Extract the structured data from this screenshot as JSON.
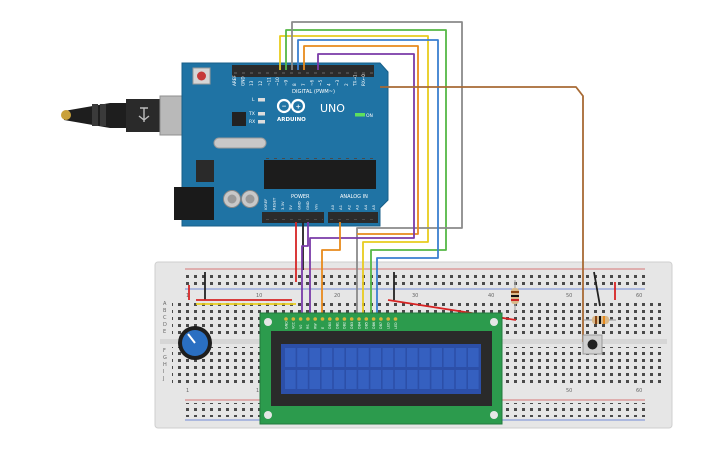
{
  "arduino": {
    "logo": "ARDUINO",
    "model": "UNO",
    "on_label": "ON",
    "digital_label": "DIGITAL (PWM~)",
    "power_label": "POWER",
    "analog_label": "ANALOG IN",
    "l_label": "L",
    "tx_label": "TX",
    "rx_label": "RX",
    "top_pins": [
      "AREF",
      "GND",
      "13",
      "12",
      "~11",
      "~10",
      "~9",
      "8",
      "7",
      "~6",
      "~5",
      "4",
      "~3",
      "2",
      "TX→1",
      "RX←0"
    ],
    "power_pins": [
      "IOREF",
      "RESET",
      "3.3V",
      "5V",
      "GND",
      "GND",
      "Vin"
    ],
    "analog_pins": [
      "A0",
      "A1",
      "A2",
      "A3",
      "A4",
      "A5"
    ]
  },
  "breadboard": {
    "row_letters_top": [
      "A",
      "B",
      "C",
      "D",
      "E"
    ],
    "row_letters_bottom": [
      "F",
      "G",
      "H",
      "I",
      "J"
    ],
    "column_numbers": [
      "1",
      "10",
      "20",
      "30",
      "40",
      "50",
      "60"
    ]
  },
  "lcd": {
    "pins": [
      "GND",
      "VCC",
      "V0",
      "RS",
      "RW",
      "E",
      "DB0",
      "DB1",
      "DB2",
      "DB3",
      "DB4",
      "DB5",
      "DB6",
      "DB7",
      "LED",
      "LED"
    ]
  },
  "colors": {
    "board": "#1f73a4",
    "screen": "#2c4fa8",
    "lcd_pcb": "#2c9b4d",
    "wire_red": "#d62424",
    "wire_black": "#222222",
    "wire_yellow": "#e8cc1e",
    "wire_orange": "#e88a1c",
    "wire_green": "#55b846",
    "wire_blue": "#3a7fd0",
    "wire_purple": "#7a3aa8",
    "wire_gray": "#8a8a8a",
    "wire_brown": "#a86a34"
  }
}
